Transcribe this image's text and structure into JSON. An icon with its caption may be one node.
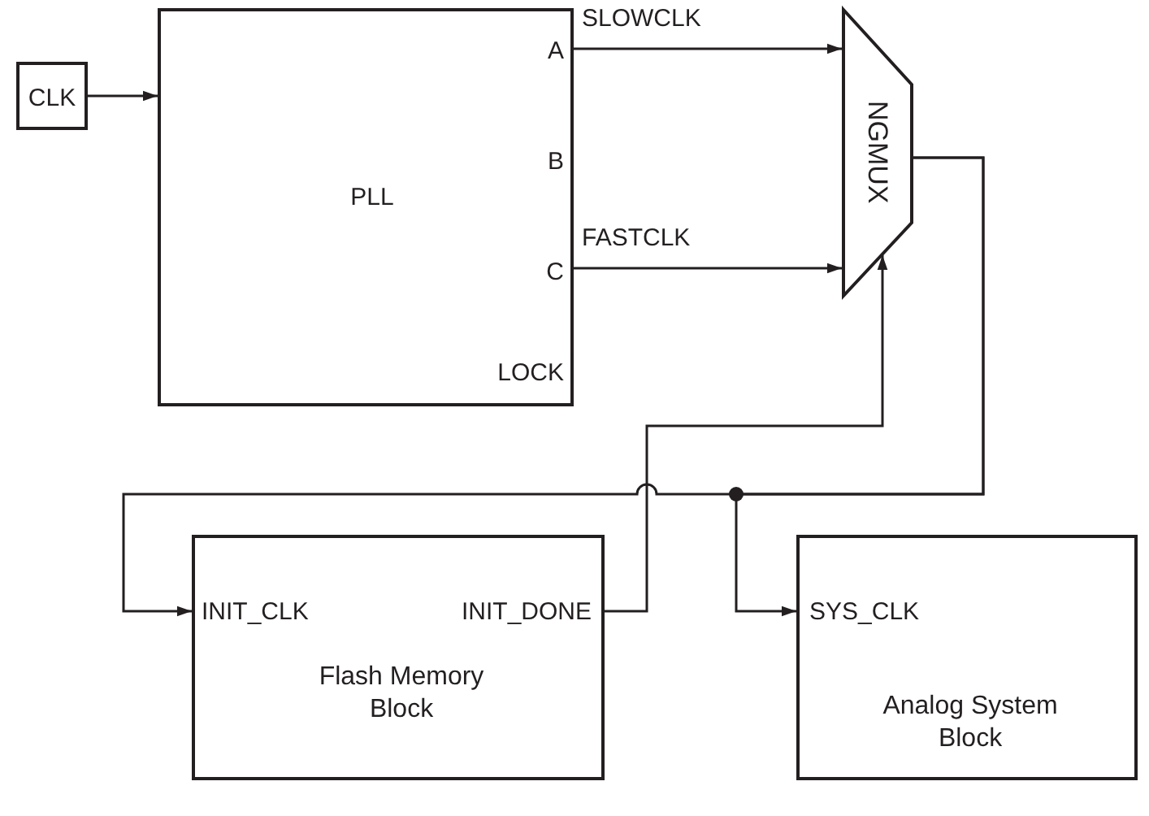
{
  "diagram": {
    "nodes": [
      {
        "text": [
          "CLK"
        ]
      },
      {
        "text": [
          "PLL",
          "A",
          "B",
          "C",
          "LOCK"
        ]
      },
      {
        "text": [
          "NGMUX"
        ]
      },
      {
        "text": [
          "INIT_CLK",
          "INIT_DONE",
          "Flash Memory Block"
        ]
      },
      {
        "text": [
          "SYS_CLK",
          "Analog System Block"
        ]
      }
    ],
    "edges": [
      {
        "from": 0,
        "to": 1,
        "arrow": "to"
      },
      {
        "from": 1,
        "to": 2,
        "arrow": "to",
        "label": "SLOWCLK"
      },
      {
        "from": 1,
        "to": 2,
        "arrow": "to",
        "label": "FASTCLK"
      },
      {
        "from": 3,
        "to": 2,
        "arrow": "to"
      },
      {
        "from": 2,
        "to": 3,
        "arrow": "to"
      },
      {
        "from": 2,
        "to": 4,
        "arrow": "to"
      }
    ]
  }
}
